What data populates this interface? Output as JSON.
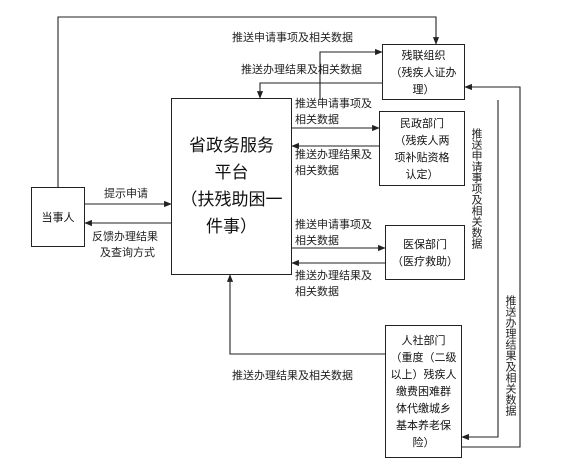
{
  "nodes": {
    "party": "当事人",
    "platform": [
      "省政务服务",
      "平台",
      "（扶残助困一",
      "件事）"
    ],
    "disability_federation": [
      "残联组织",
      "（残疾人证办",
      "理）"
    ],
    "civil_affairs": [
      "民政部门",
      "（残疾人两",
      "项补贴资格",
      "认定）"
    ],
    "medical_security": [
      "医保部门",
      "（医疗救助）"
    ],
    "hr_social_security": [
      "人社部门",
      "（重度（二级",
      "以上）残疾人",
      "缴费困难群",
      "体代缴城乡",
      "基本养老保",
      "险）"
    ]
  },
  "edge_labels": {
    "submit": "提示申请",
    "feedback": [
      "反馈办理结果",
      "及查询方式"
    ],
    "push_app_top": "推送申请事项及相关数据",
    "push_res_top": "推送办理结果及相关数据",
    "push_app_civil": [
      "推送申请事项及",
      "相关数据"
    ],
    "push_res_civil": [
      "推送办理结果及",
      "相关数据"
    ],
    "push_app_med": [
      "推送申请事项及",
      "相关数据"
    ],
    "push_res_med": [
      "推送办理结果及",
      "相关数据"
    ],
    "push_res_bottom": "推送办理结果及相关数据",
    "push_app_side": "推送申请事项及相关数据",
    "push_res_side": "推送办理结果及相关数据"
  }
}
